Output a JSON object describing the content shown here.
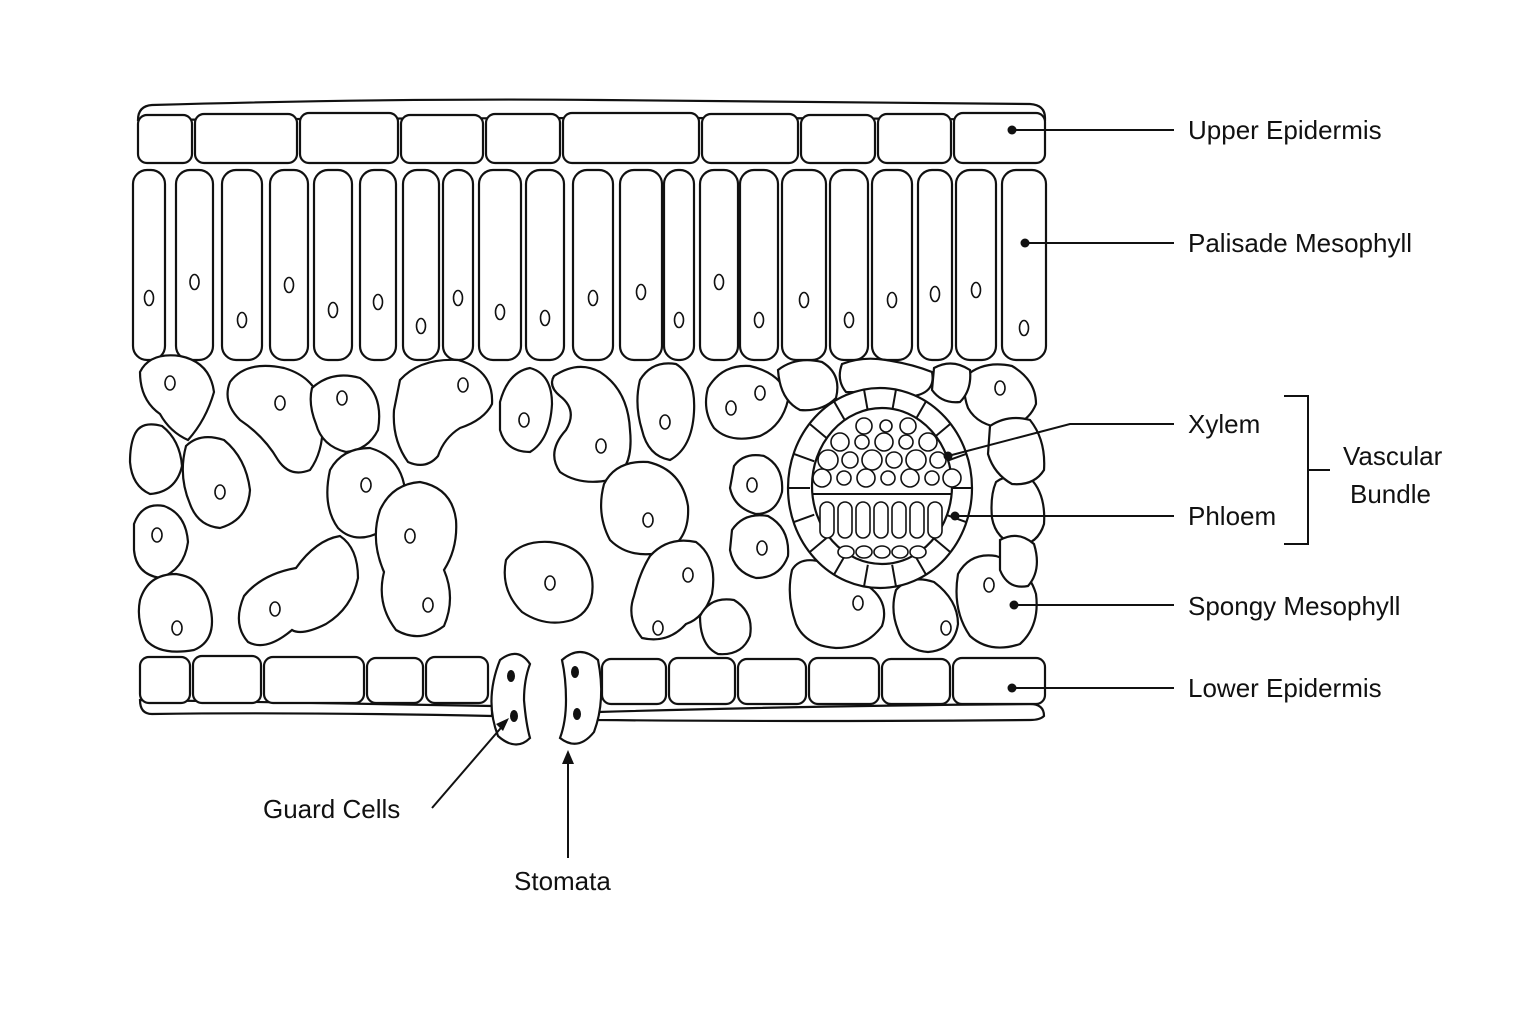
{
  "labels": {
    "upper_epidermis": "Upper Epidermis",
    "palisade_mesophyll": "Palisade Mesophyll",
    "xylem": "Xylem",
    "vascular_bundle_line1": "Vascular",
    "vascular_bundle_line2": "Bundle",
    "phloem": "Phloem",
    "spongy_mesophyll": "Spongy Mesophyll",
    "lower_epidermis": "Lower Epidermis",
    "guard_cells": "Guard Cells",
    "stomata": "Stomata"
  },
  "colors": {
    "ink": "#111111",
    "background": "#ffffff"
  }
}
